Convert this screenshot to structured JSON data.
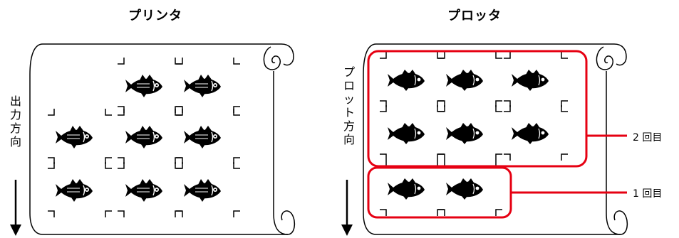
{
  "printer": {
    "title": "プリンタ",
    "direction_chars": [
      "出",
      "力",
      "方",
      "向"
    ]
  },
  "plotter": {
    "title": "プロッタ",
    "direction_chars": [
      "プ",
      "ロ",
      "ッ",
      "ト",
      "方",
      "向"
    ],
    "pass_labels": {
      "second": "2 回目",
      "first": "1 回目"
    }
  },
  "colors": {
    "outline": "#000000",
    "highlight": "#e60012"
  }
}
